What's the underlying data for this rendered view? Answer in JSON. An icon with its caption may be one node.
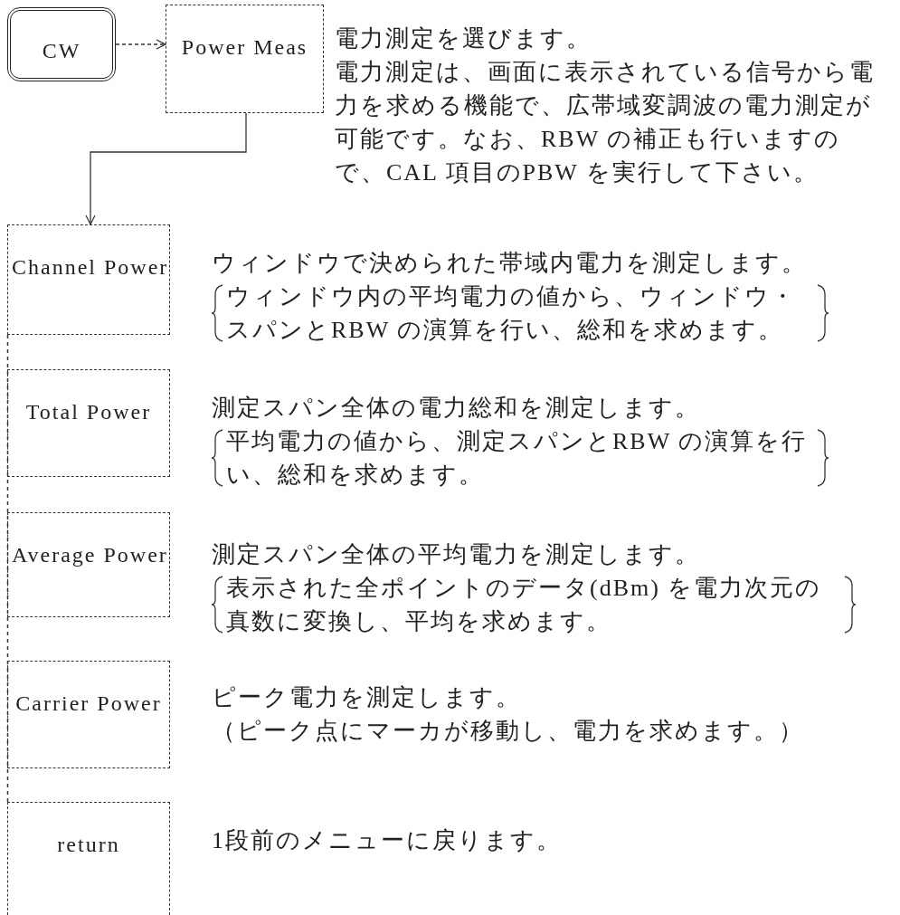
{
  "diagram": {
    "nodes": [
      {
        "text": [
          "CW"
        ]
      },
      {
        "text": [
          "Power Meas"
        ],
        "beside": [
          "電力測定を選びます。",
          "電力測定は、画面に表示されている信号から電力を求める機能で、広帯域変調波の電力測定が可能です。なお、RBW の補正も行いますので、CAL 項目のPBW を実行して下さい。"
        ]
      },
      {
        "text": [
          "Channel Power"
        ],
        "beside": [
          "ウィンドウで決められた帯域内電力を測定します。",
          "ウィンドウ内の平均電力の値から、ウィンドウ・スパンとRBW の演算を行い、総和を求めます。"
        ]
      },
      {
        "text": [
          "Total Power"
        ],
        "beside": [
          "測定スパン全体の電力総和を測定します。",
          "平均電力の値から、測定スパンとRBW の演算を行い、総和を求めます。"
        ]
      },
      {
        "text": [
          "Average Power"
        ],
        "beside": [
          "測定スパン全体の平均電力を測定します。",
          "表示された全ポイントのデータ(dBm) を電力次元の真数に変換し、平均を求めます。"
        ]
      },
      {
        "text": [
          "Carrier Power"
        ],
        "beside": [
          "ピーク電力を測定します。",
          "（ピーク点にマーカが移動し、電力を求めます。）"
        ]
      },
      {
        "text": [
          "return"
        ],
        "beside": [
          "1段前のメニューに戻ります。"
        ]
      }
    ],
    "edges": [
      {
        "from": 0,
        "to": 1,
        "arrow": "to",
        "style": "dashed"
      },
      {
        "from": 1,
        "to": 2,
        "arrow": "to"
      }
    ]
  }
}
